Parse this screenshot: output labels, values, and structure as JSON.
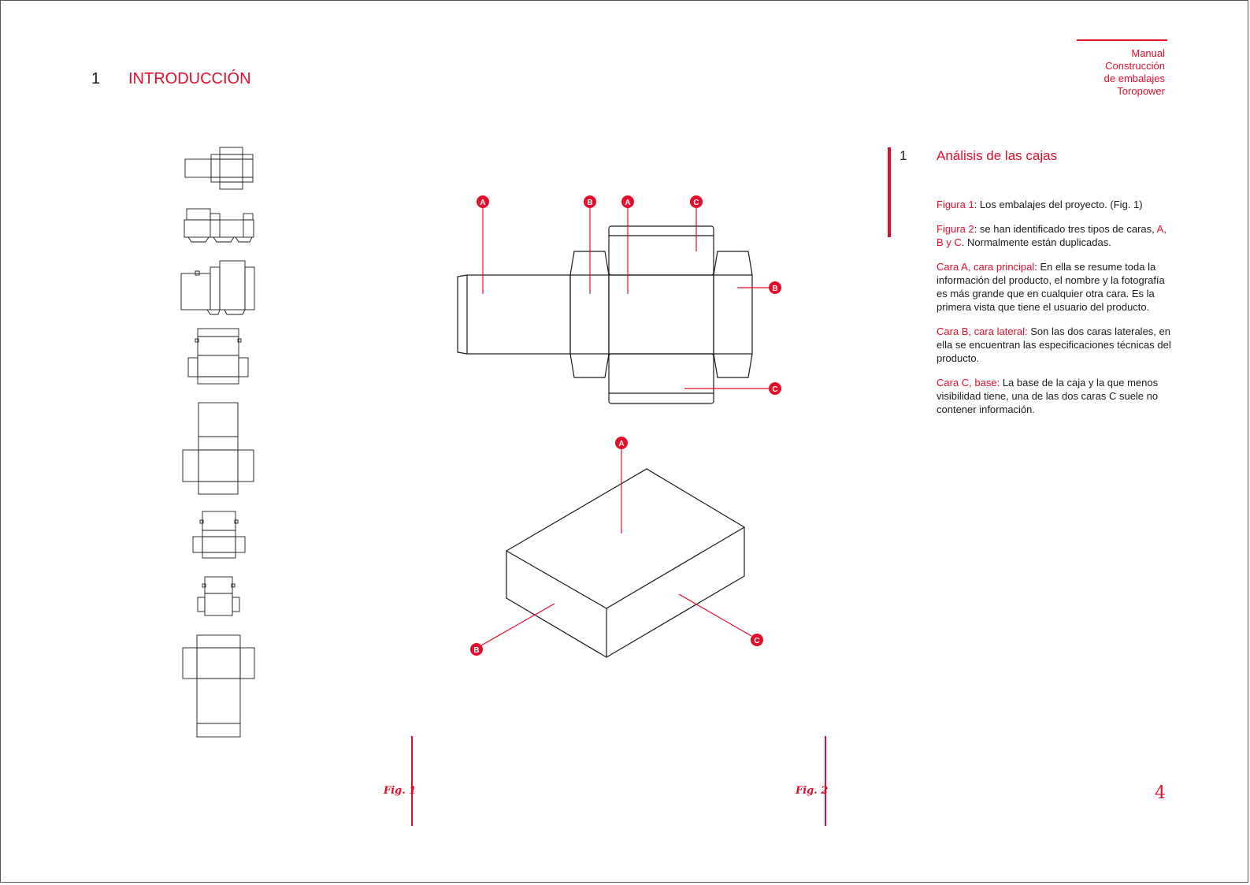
{
  "chapter": {
    "number": "1",
    "title": "INTRODUCCIÓN"
  },
  "header": {
    "lines": [
      "Manual",
      "Construcción",
      "de embalajes",
      "Toropower"
    ]
  },
  "section": {
    "number": "1",
    "title": "Análisis de las cajas"
  },
  "paragraphs": [
    {
      "lead": "Figura 1",
      "rest": ": Los embalajes del proyecto. (Fig. 1)"
    },
    {
      "lead": "Figura 2",
      "rest": ": se han identificado tres tipos de caras, ",
      "lead2": "A, B y C",
      "rest2": ". Normalmente están duplicadas."
    },
    {
      "lead": "Cara A, cara principal",
      "rest": ": En ella se resume toda la información del producto, el nombre y la fotografía es más grande que en cualquier otra cara. Es la primera vista que tiene el usuario del producto."
    },
    {
      "lead": "Cara B, cara lateral:",
      "rest": " Son las dos caras laterales, en ella se encuentran las especificaciones técnicas del producto."
    },
    {
      "lead": "Cara C, base:",
      "rest": " La base de la caja y la que menos visibilidad tiene, una de las dos caras C suele no contener información."
    }
  ],
  "figures": {
    "fig1": "Fig. 1",
    "fig2": "Fig. 2"
  },
  "page_number": "4",
  "markers": {
    "a": "A",
    "b": "B",
    "c": "C"
  },
  "colors": {
    "accent": "#e30d2a",
    "line": "#1a1a1a"
  }
}
